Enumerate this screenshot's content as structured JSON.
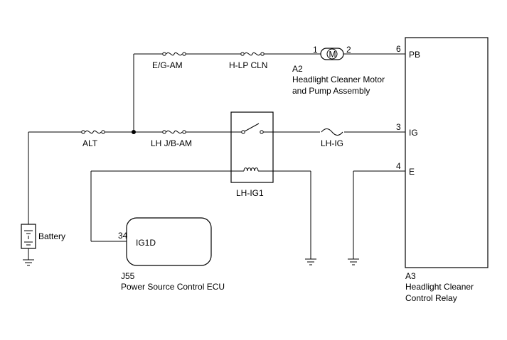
{
  "fuses": {
    "eg_am": "E/G-AM",
    "hlp_cln": "H-LP CLN",
    "alt": "ALT",
    "lh_jb_am": "LH J/B-AM",
    "lh_ig": "LH-IG"
  },
  "relay_lh_ig1": {
    "label": "LH-IG1"
  },
  "motor": {
    "code": "A2",
    "name_line1": "Headlight Cleaner Motor",
    "name_line2": "and Pump Assembly",
    "symbol": "M",
    "pin_left": "1",
    "pin_right": "2"
  },
  "control_relay": {
    "code": "A3",
    "name_line1": "Headlight Cleaner",
    "name_line2": "Control Relay",
    "pins": [
      {
        "num": "6",
        "label": "PB"
      },
      {
        "num": "3",
        "label": "IG"
      },
      {
        "num": "4",
        "label": "E"
      }
    ]
  },
  "ecu": {
    "code": "J55",
    "name": "Power Source Control ECU",
    "pin_num": "34",
    "pin_label": "IG1D"
  },
  "battery": {
    "label": "Battery"
  }
}
